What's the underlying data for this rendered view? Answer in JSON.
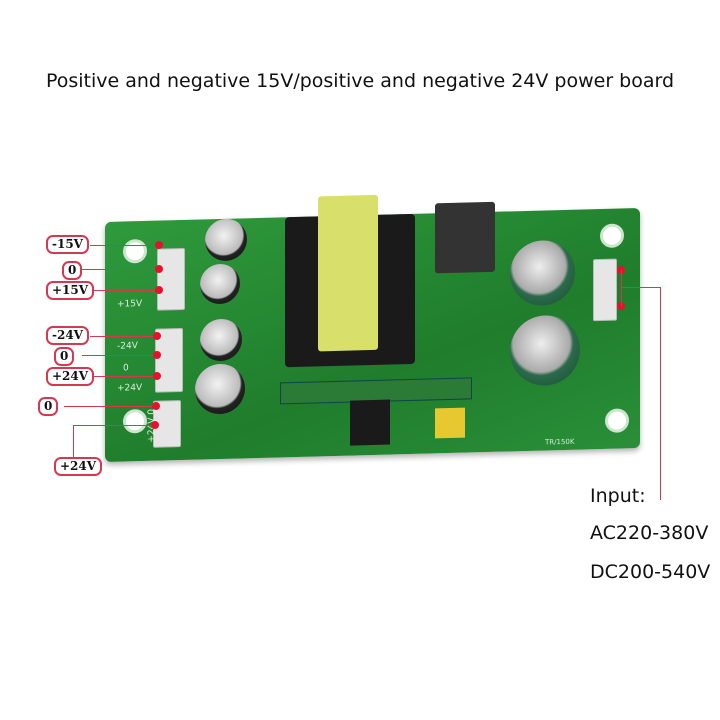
{
  "title": "Positive and negative 15V/positive and negative 24V power board",
  "output_labels": [
    "-15V",
    "0",
    "+15V",
    "-24V",
    "0",
    "+24V",
    "0",
    "+24V"
  ],
  "silkscreen": [
    "+15V",
    "-24V",
    "0",
    "+24V",
    "+24V 0",
    "TR/150K"
  ],
  "input": {
    "heading": "Input:",
    "ac": "AC220-380V",
    "dc": "DC200-540V"
  },
  "colors": {
    "pcb": "#1f7d2c",
    "label_border": "#d33a52",
    "dot": "#e8112d",
    "transformer": "#d8df6a"
  }
}
